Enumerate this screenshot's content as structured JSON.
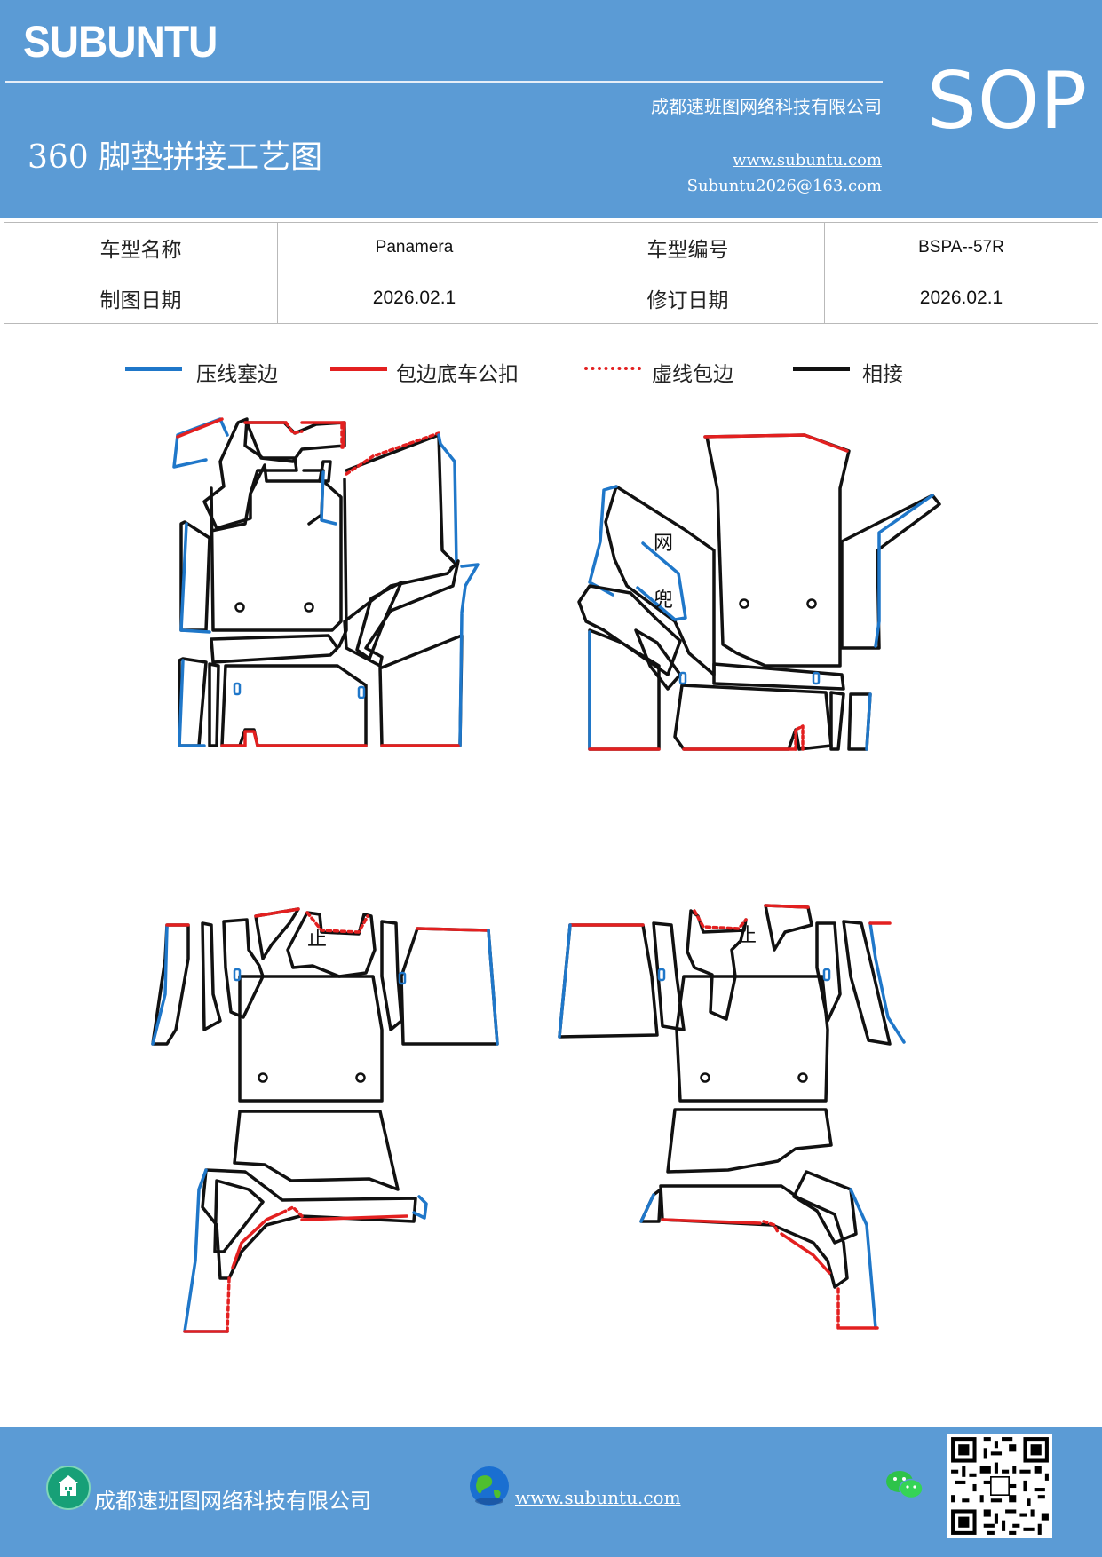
{
  "header": {
    "brand": "SUBUNTU",
    "company": "成都速班图网络科技有限公司",
    "title": "360 脚垫拼接工艺图",
    "website": "www.subuntu.com",
    "email": "Subuntu2026@163.com",
    "doc_type": "SOP"
  },
  "info": {
    "model_name_label": "车型名称",
    "model_name": "Panamera",
    "model_code_label": "车型编号",
    "model_code": "BSPA--57R",
    "draw_date_label": "制图日期",
    "draw_date": "2026.02.1",
    "revise_date_label": "修订日期",
    "revise_date": "2026.02.1"
  },
  "legend": [
    {
      "label": "压线塞边",
      "color": "#1f77c9",
      "style": "solid"
    },
    {
      "label": "包边底车公扣",
      "color": "#e32020",
      "style": "solid"
    },
    {
      "label": "虚线包边",
      "color": "#e32020",
      "style": "dotted"
    },
    {
      "label": "相接",
      "color": "#111111",
      "style": "solid"
    }
  ],
  "diagram": {
    "pocket_label_1": "网",
    "pocket_label_2": "兜",
    "stop_label": "止"
  },
  "footer": {
    "company": "成都速班图网络科技有限公司",
    "website": "www.subuntu.com "
  },
  "colors": {
    "header_bg": "#5b9bd5",
    "blue_edge": "#1f77c9",
    "red_edge": "#e32020"
  }
}
